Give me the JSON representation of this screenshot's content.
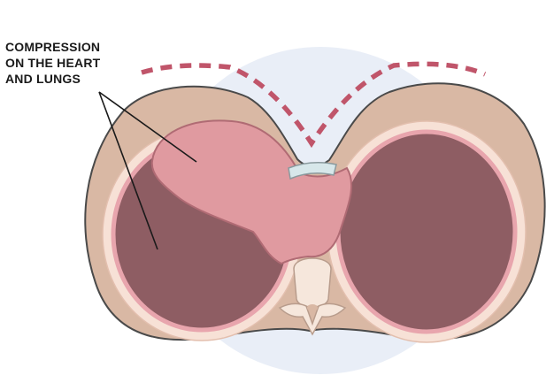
{
  "annotation": {
    "lines": [
      "COMPRESSION",
      "ON THE HEART",
      "AND LUNGS"
    ]
  },
  "colors": {
    "background_circle": "#e9eef7",
    "chest_wall": "#d9b8a4",
    "chest_wall_outline": "#4a4a4a",
    "pleura_line": "#f7e1d6",
    "lung": "#8e5d63",
    "lung_border": "#e8a5ad",
    "heart": "#e09aa0",
    "heart_outline": "#b06b74",
    "sternum": "#d7e7ea",
    "spine": "#f6e7dc",
    "normal_contour_dashes": "#c0556a",
    "leader_lines": "#1a1a1a"
  },
  "icons": [
    "rib-cage-cross-section",
    "sunken-sternum",
    "normal-chest-contour-dashed"
  ]
}
